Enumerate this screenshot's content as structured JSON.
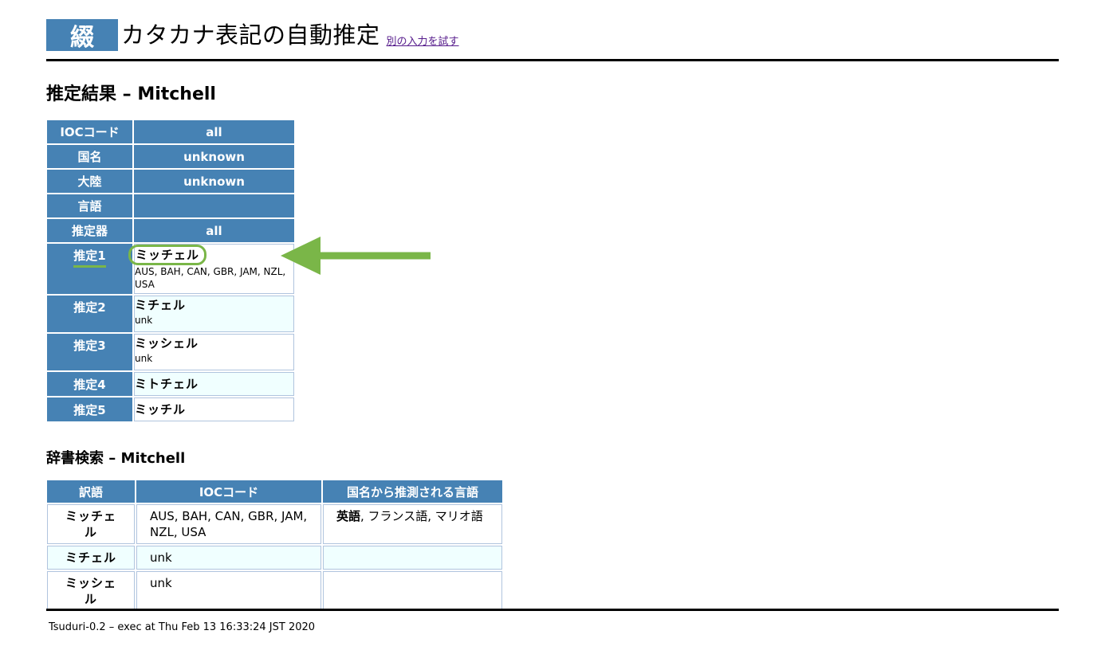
{
  "header": {
    "logo_char": "綴",
    "title": "カタカナ表記の自動推定",
    "try_again_link": "別の入力を試す"
  },
  "result": {
    "heading": "推定結果 – Mitchell",
    "rows": [
      {
        "label": "IOCコード",
        "value": "all"
      },
      {
        "label": "国名",
        "value": "unknown"
      },
      {
        "label": "大陸",
        "value": "unknown"
      },
      {
        "label": "言語",
        "value": ""
      },
      {
        "label": "推定器",
        "value": "all"
      }
    ],
    "candidates": [
      {
        "label": "推定1",
        "kana": "ミッチェル",
        "codes": "AUS, BAH, CAN, GBR, JAM, NZL, USA"
      },
      {
        "label": "推定2",
        "kana": "ミチェル",
        "codes": "unk"
      },
      {
        "label": "推定3",
        "kana": "ミッシェル",
        "codes": "unk"
      },
      {
        "label": "推定4",
        "kana": "ミトチェル",
        "codes": ""
      },
      {
        "label": "推定5",
        "kana": "ミッチル",
        "codes": ""
      }
    ]
  },
  "dictionary": {
    "heading": "辞書検索 – Mitchell",
    "columns": [
      "訳語",
      "IOCコード",
      "国名から推測される言語"
    ],
    "rows": [
      {
        "word": "ミッチェル",
        "codes": "AUS, BAH, CAN, GBR, JAM, NZL, USA",
        "lang_bold": "英語",
        "lang_rest": ", フランス語, マリオ語"
      },
      {
        "word": "ミチェル",
        "codes": "unk",
        "lang_bold": "",
        "lang_rest": ""
      },
      {
        "word": "ミッシェル",
        "codes": "unk",
        "lang_bold": "",
        "lang_rest": ""
      }
    ]
  },
  "footer": {
    "text": "Tsuduri-0.2 – exec at Thu Feb 13 16:33:24 JST 2020"
  },
  "colors": {
    "header_blue": "#4682b4",
    "alt_row": "#f0ffff",
    "highlight_green": "#7ab648"
  }
}
